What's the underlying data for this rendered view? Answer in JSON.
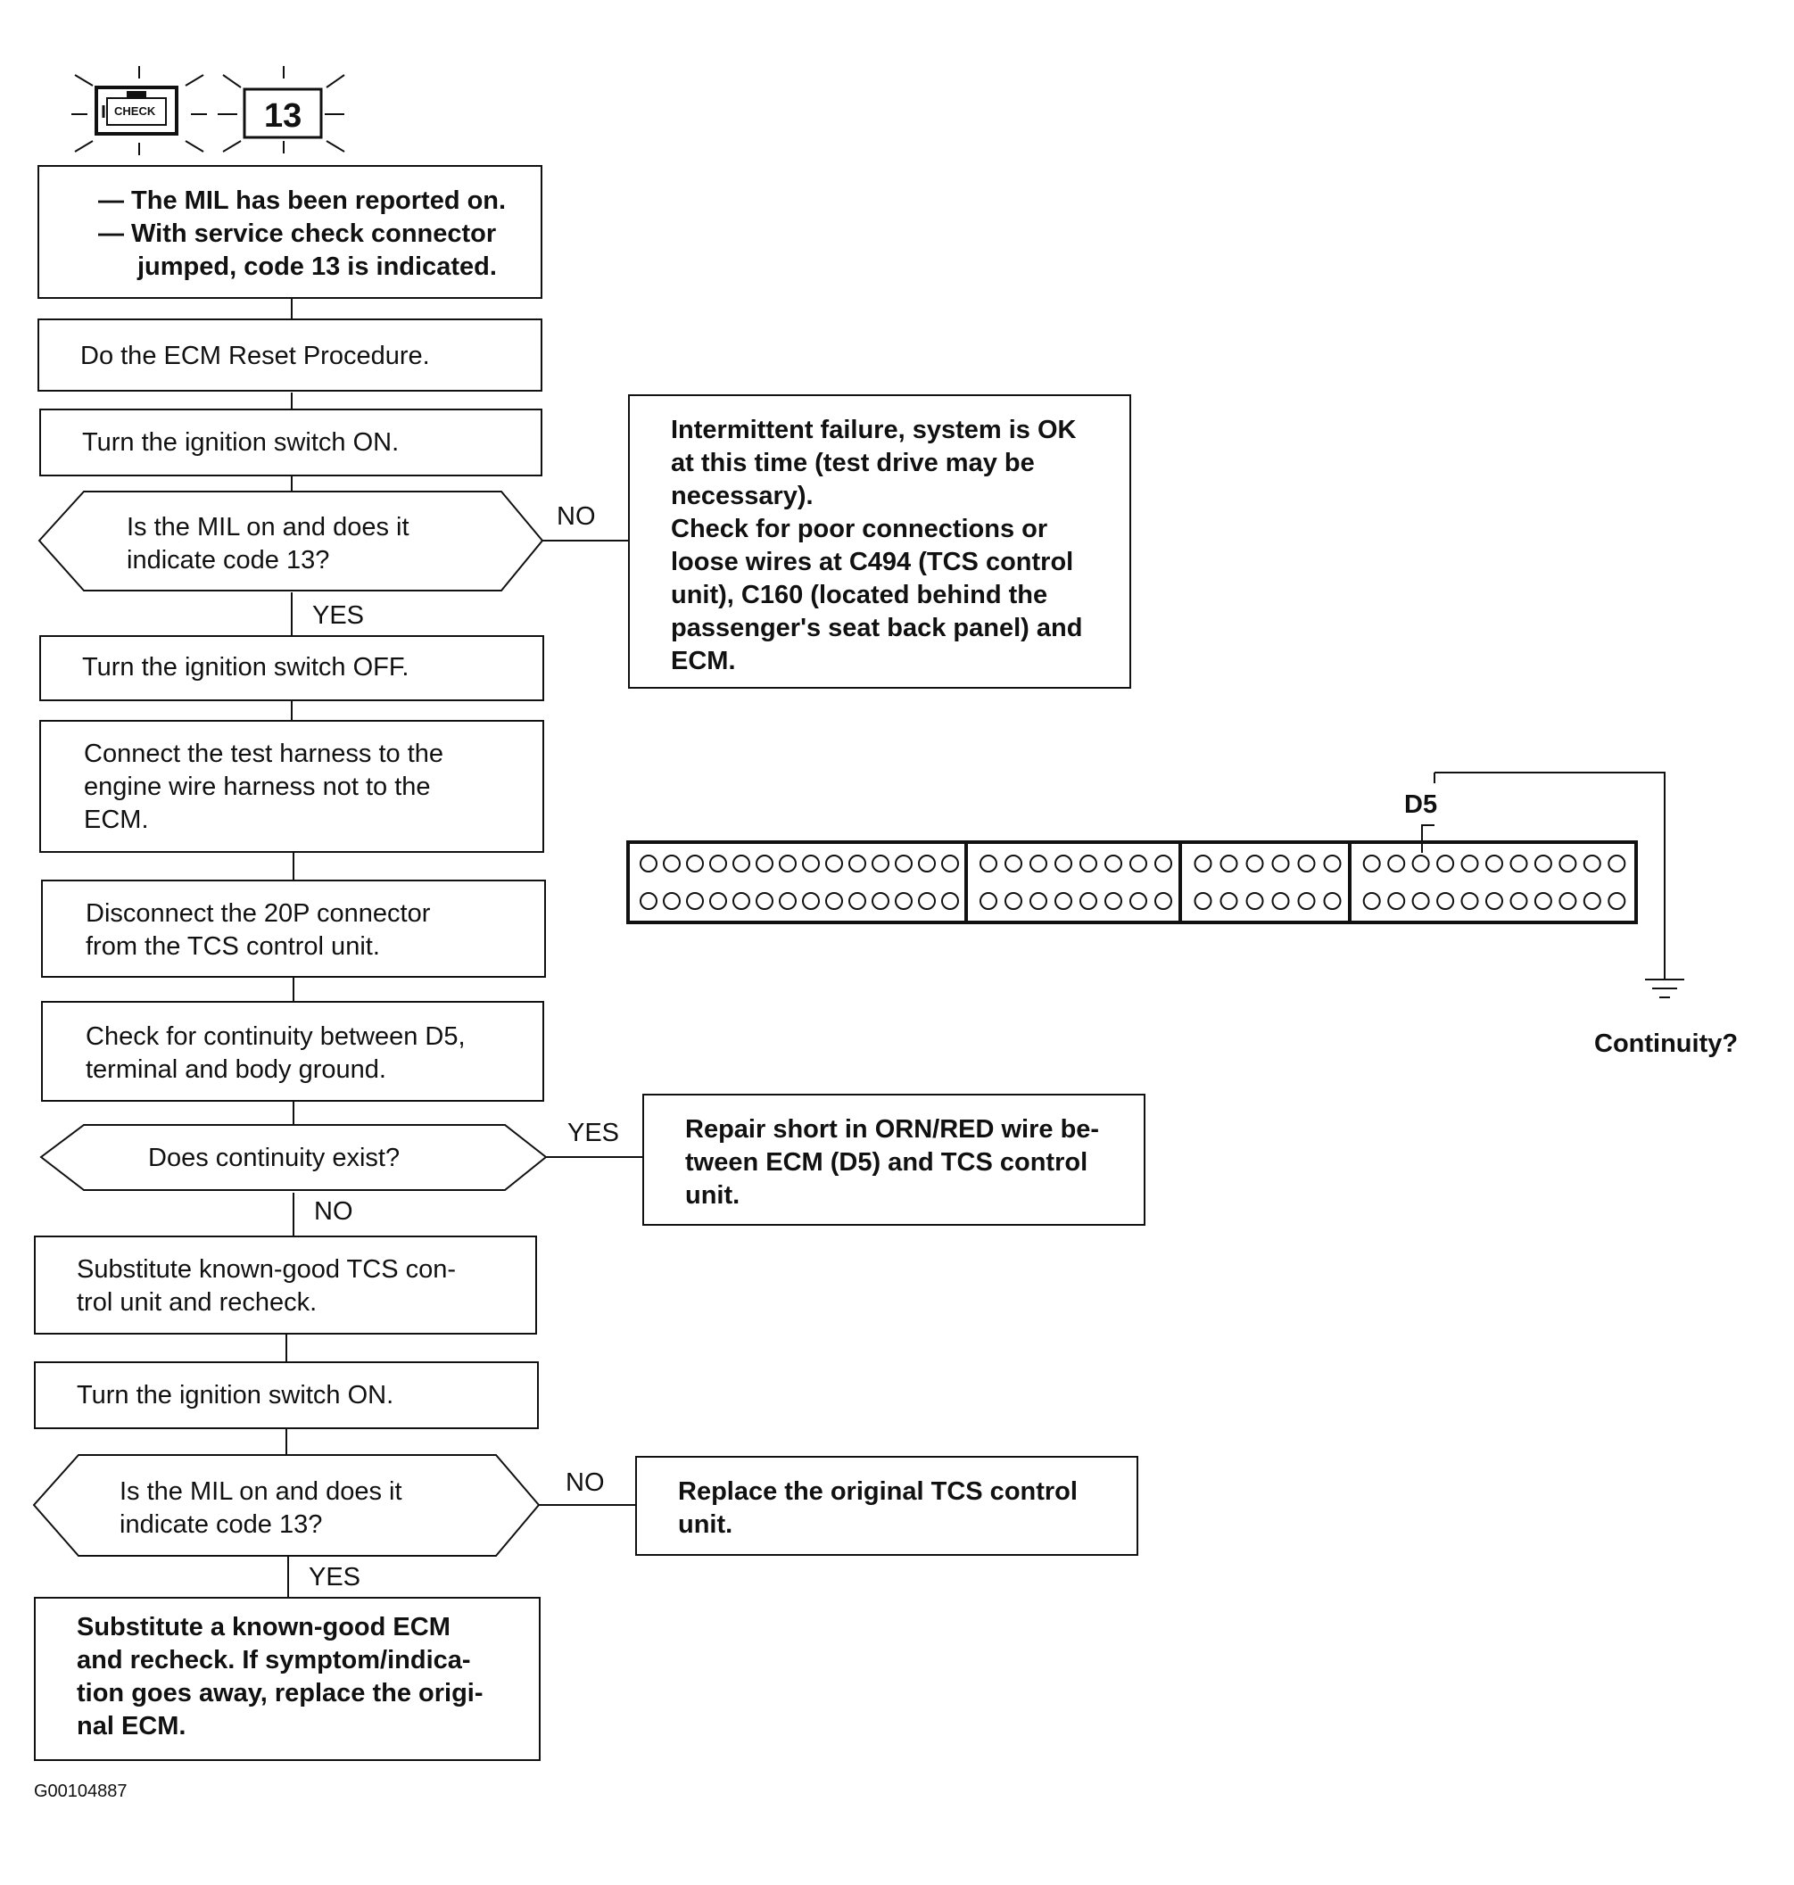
{
  "header": {
    "check_icon_text": "CHECK",
    "code_number": "13"
  },
  "steps": {
    "s1_lines": [
      "— The MIL has been reported on.",
      "— With service check connector",
      "jumped, code 13 is indicated."
    ],
    "s2": "Do the ECM Reset Procedure.",
    "s3": "Turn the ignition switch ON.",
    "d1_lines": [
      "Is the MIL on and does it",
      "indicate code 13?"
    ],
    "s4": "Turn the ignition switch OFF.",
    "s5_lines": [
      "Connect the test harness to the",
      "engine wire harness not to the",
      "ECM."
    ],
    "s6_lines": [
      "Disconnect the 20P connector",
      "from the TCS control unit."
    ],
    "s7_lines": [
      "Check for continuity between D5,",
      "terminal and body ground."
    ],
    "d2": "Does continuity exist?",
    "s8_lines": [
      "Substitute known-good TCS con-",
      "trol unit and recheck."
    ],
    "s9": "Turn the ignition switch ON.",
    "d3_lines": [
      "Is the MIL on and does it",
      "indicate code 13?"
    ],
    "s10_lines": [
      "Substitute a known-good ECM",
      "and recheck. If symptom/indica-",
      "tion goes away, replace the origi-",
      "nal ECM."
    ]
  },
  "side_boxes": {
    "intermittent_lines": [
      "Intermittent failure, system is OK",
      "at this time (test drive may be",
      "necessary).",
      "Check for poor connections or",
      "loose wires at C494 (TCS control",
      "unit), C160 (located behind the",
      "passenger's seat back panel) and",
      "ECM."
    ],
    "repair_lines": [
      "Repair short in ORN/RED wire be-",
      "tween ECM (D5) and TCS control",
      "unit."
    ],
    "replace_lines": [
      "Replace the original TCS control",
      "unit."
    ]
  },
  "labels": {
    "d1_no": "NO",
    "d1_yes": "YES",
    "d2_yes": "YES",
    "d2_no": "NO",
    "d3_no": "NO",
    "d3_yes": "YES"
  },
  "connector": {
    "terminal_label": "D5",
    "result_label": "Continuity?",
    "groups": [
      14,
      8,
      6,
      11
    ]
  },
  "figure_code": "G00104887"
}
